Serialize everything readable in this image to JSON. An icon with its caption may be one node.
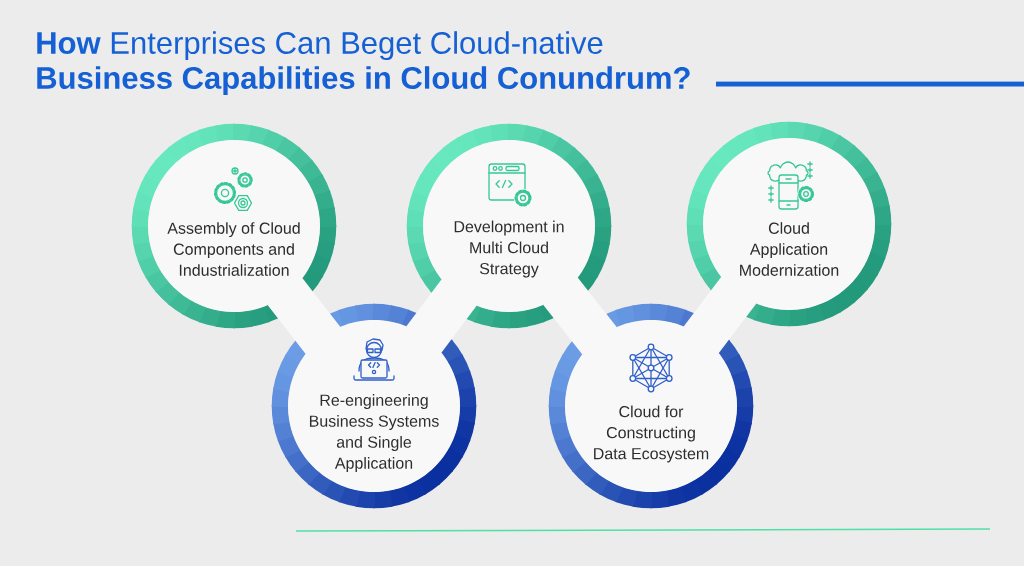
{
  "diagram": {
    "title": "**How** Enterprises Can Beget Cloud-native **Business Capabilities in Cloud Conundrum?**",
    "nodes": [
      {
        "text": [
          "Assembly of Cloud Components and Industrialization"
        ]
      },
      {
        "text": [
          "Re-engineering Business Systems and Single Application"
        ]
      },
      {
        "text": [
          "Development in Multi Cloud Strategy"
        ]
      },
      {
        "text": [
          "Cloud for Constructing Data Ecosystem"
        ]
      },
      {
        "text": [
          "Cloud Application Modernization"
        ]
      }
    ],
    "edges": [
      {
        "from": 0,
        "to": 1,
        "arrow": "none"
      },
      {
        "from": 1,
        "to": 2,
        "arrow": "none"
      },
      {
        "from": 2,
        "to": 3,
        "arrow": "none"
      },
      {
        "from": 3,
        "to": 4,
        "arrow": "none"
      }
    ]
  }
}
